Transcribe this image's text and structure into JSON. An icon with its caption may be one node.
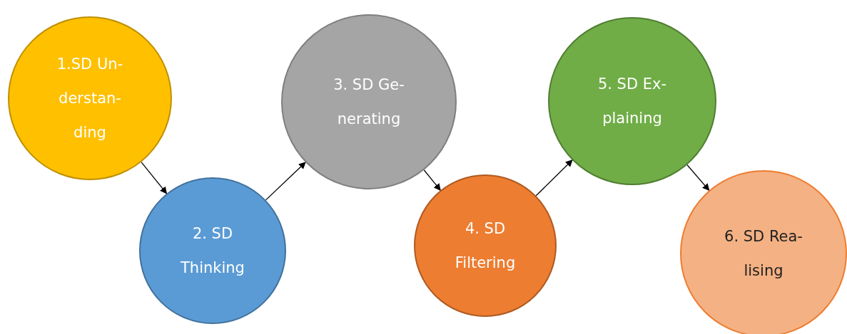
{
  "diagram": {
    "nodes": [
      {
        "text": [
          "1.SD Un- derstan- ding"
        ]
      },
      {
        "text": [
          "2. SD Thinking"
        ]
      },
      {
        "text": [
          "3. SD Ge- nerating"
        ]
      },
      {
        "text": [
          "4. SD Filtering"
        ]
      },
      {
        "text": [
          "5. SD Ex- plaining"
        ]
      },
      {
        "text": [
          "6. SD Rea- lising"
        ]
      }
    ],
    "edges": [
      {
        "from": 0,
        "to": 1,
        "arrow": "to"
      },
      {
        "from": 1,
        "to": 2,
        "arrow": "to"
      },
      {
        "from": 2,
        "to": 3,
        "arrow": "to"
      },
      {
        "from": 3,
        "to": 4,
        "arrow": "to"
      },
      {
        "from": 4,
        "to": 5,
        "arrow": "to"
      }
    ]
  }
}
